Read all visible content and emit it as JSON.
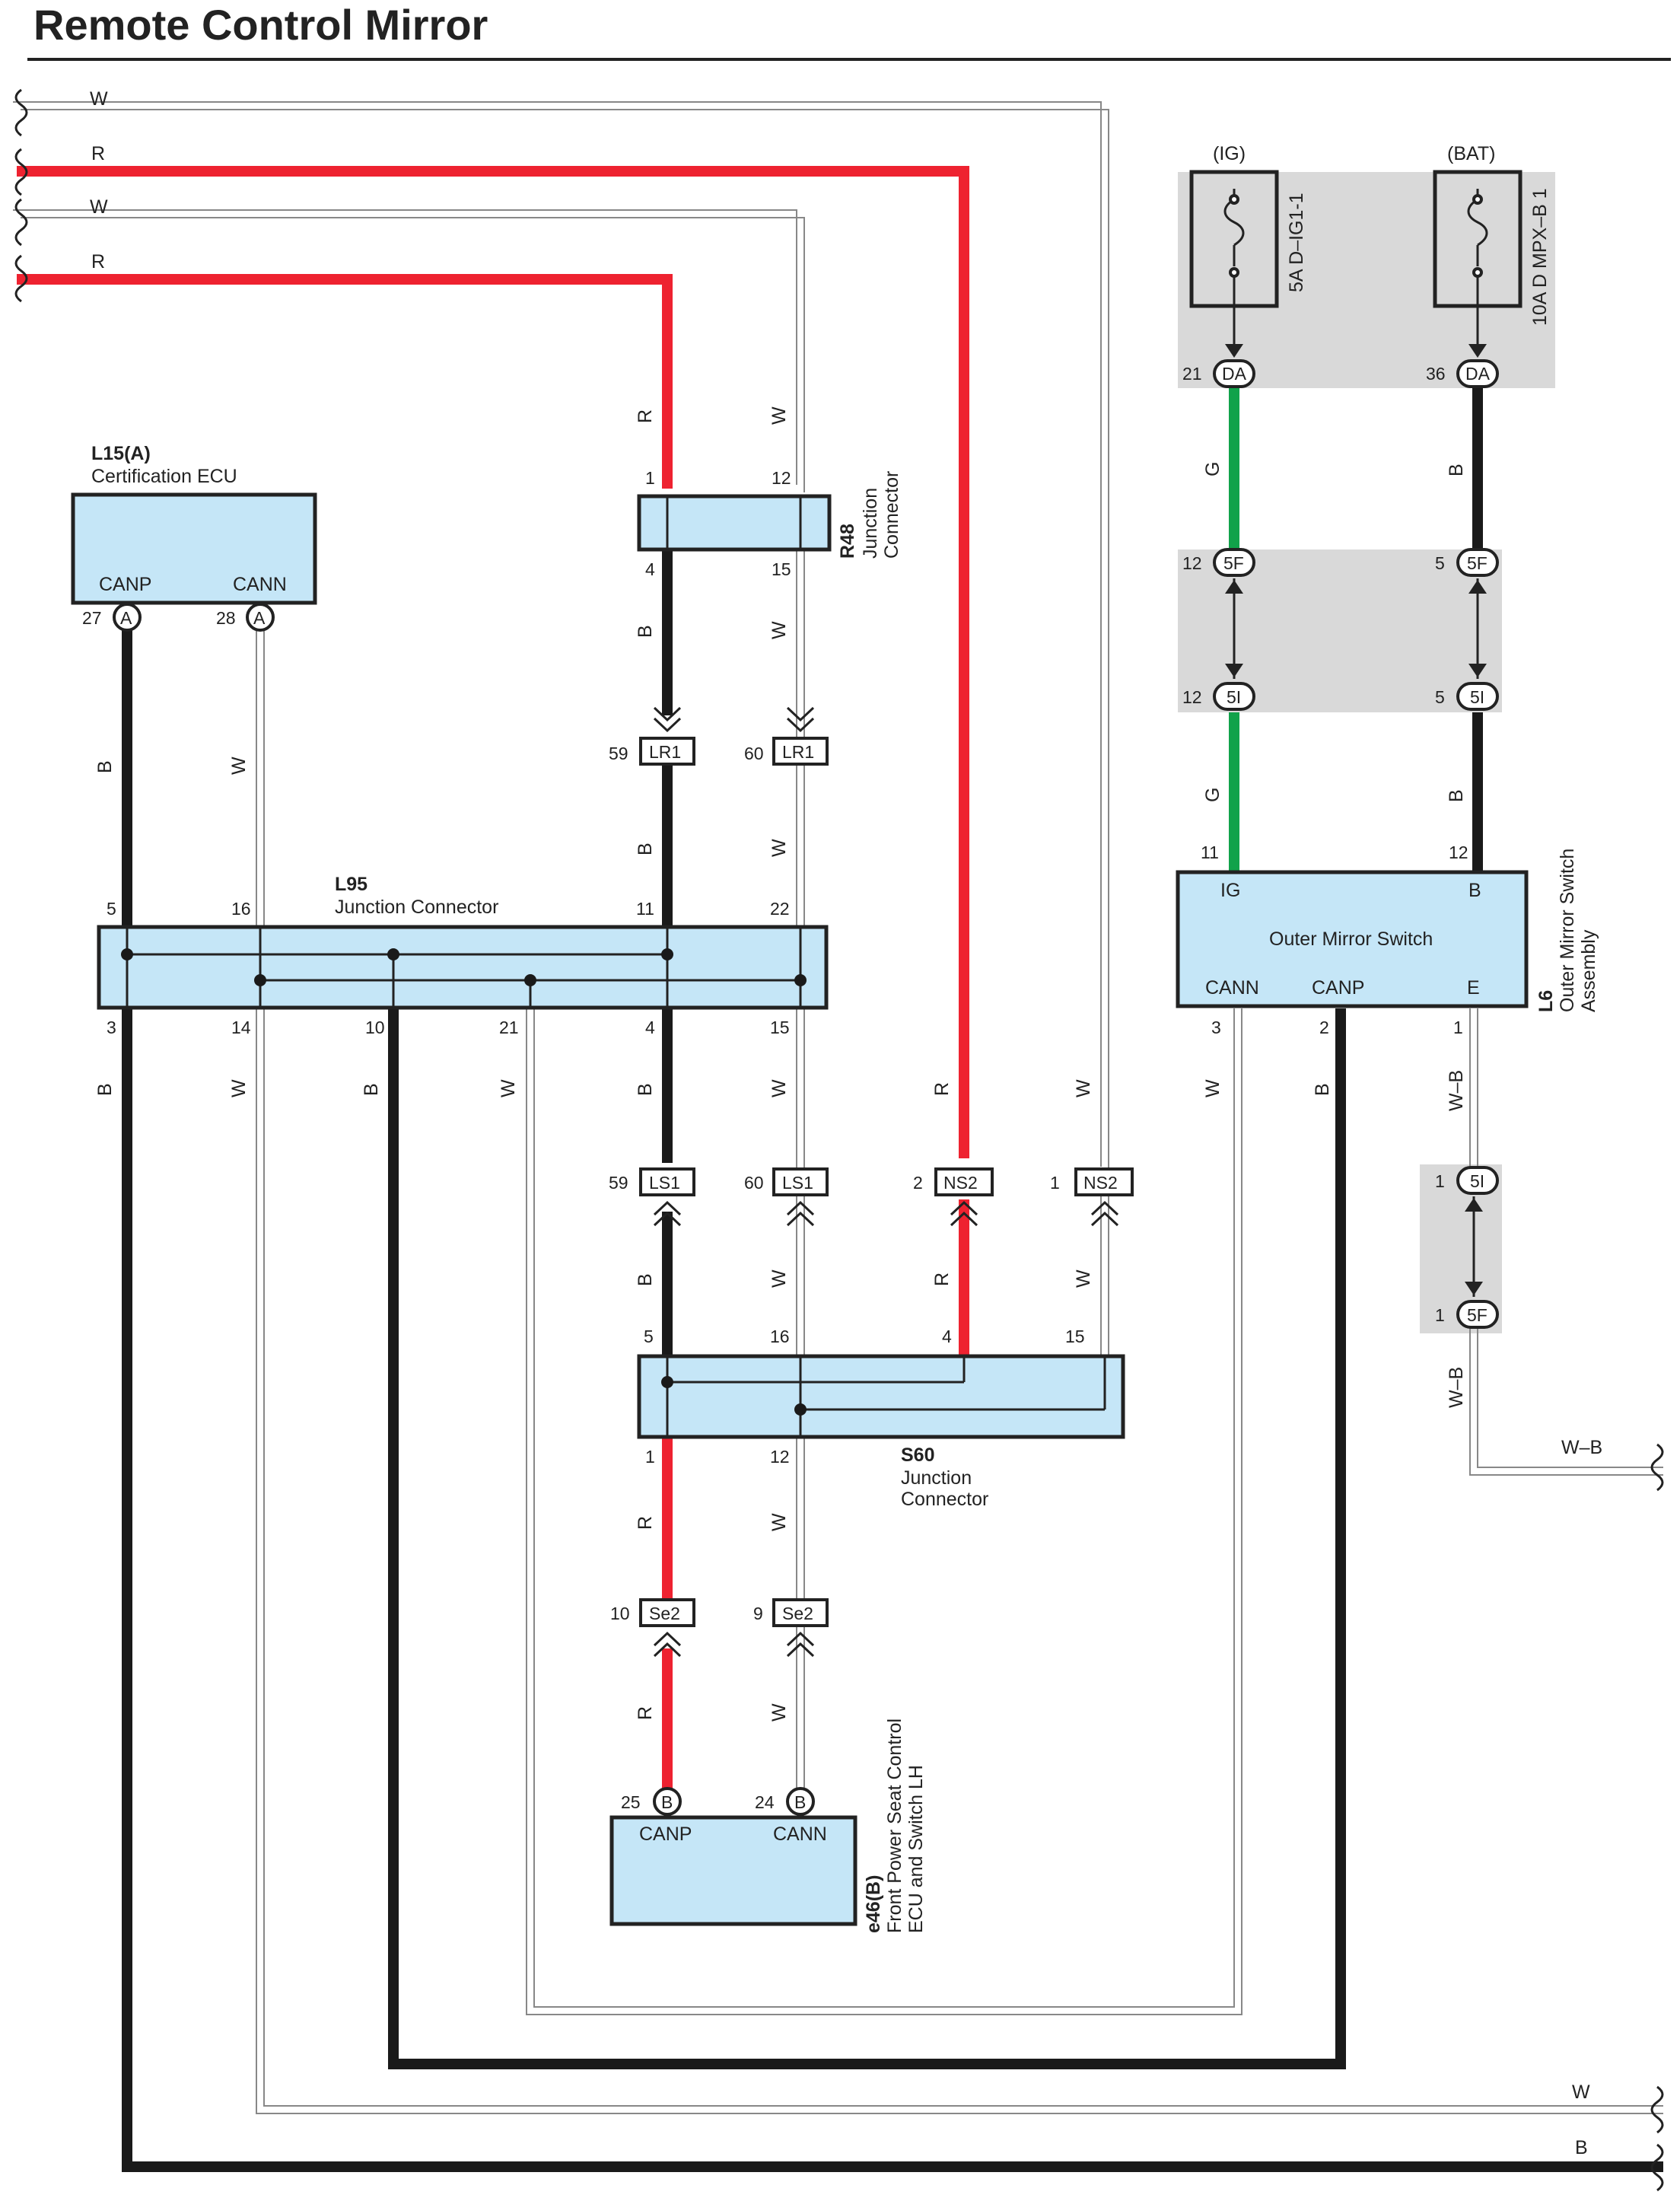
{
  "title": "Remote Control Mirror",
  "wire_colors": {
    "R": "#ee2230",
    "G": "#11a24a",
    "B": "#1a1a1a",
    "W": "#ffffff",
    "box_fill": "#c5e6f7"
  },
  "left_wires": [
    "W",
    "R",
    "W",
    "R"
  ],
  "fuses": [
    {
      "source": "(IG)",
      "rating": "5A D–IG1-1",
      "pin": "21",
      "connector": "DA"
    },
    {
      "source": "(BAT)",
      "rating": "10A D MPX–B 1",
      "pin": "36",
      "connector": "DA"
    }
  ],
  "components": {
    "l15": {
      "id": "L15(A)",
      "name": "Certification ECU",
      "canp": "CANP",
      "cann": "CANN",
      "pin_canp": "27",
      "pin_cann": "28",
      "conn": "A"
    },
    "r48": {
      "id": "R48",
      "name_line1": "Junction",
      "name_line2": "Connector",
      "pins": [
        "1",
        "12",
        "4",
        "15"
      ]
    },
    "l95": {
      "id": "L95",
      "name": "Junction Connector",
      "top_pins": [
        "5",
        "16",
        "11",
        "22"
      ],
      "bottom_pins": [
        "3",
        "14",
        "10",
        "21",
        "4",
        "15"
      ]
    },
    "s60": {
      "id": "S60",
      "name_line1": "Junction",
      "name_line2": "Connector",
      "top_pins": [
        "5",
        "16",
        "4",
        "15"
      ],
      "bottom_pins": [
        "1",
        "12"
      ]
    },
    "e46": {
      "id": "e46(B)",
      "name_line1": "Front Power Seat Control",
      "name_line2": "ECU and Switch LH",
      "canp": "CANP",
      "cann": "CANN",
      "pin_canp": "25",
      "pin_cann": "24",
      "conn": "B"
    },
    "l6": {
      "id": "L6",
      "name_line1": "Outer Mirror Switch",
      "name_line2": "Assembly",
      "inner_name": "Outer Mirror Switch",
      "ig": "IG",
      "b": "B",
      "cann": "CANN",
      "canp": "CANP",
      "e": "E",
      "pin_ig": "11",
      "pin_b": "12",
      "pin_cann": "3",
      "pin_canp": "2",
      "pin_e": "1"
    }
  },
  "inline_connectors": {
    "lr1": {
      "name": "LR1",
      "pins": [
        "59",
        "60"
      ]
    },
    "ls1": {
      "name": "LS1",
      "pins": [
        "59",
        "60"
      ]
    },
    "ns2": {
      "name": "NS2",
      "pins": [
        "2",
        "1"
      ]
    },
    "se2": {
      "name": "Se2",
      "pins": [
        "10",
        "9"
      ]
    },
    "c5f": {
      "name": "5F",
      "pins": [
        "12",
        "5",
        "1"
      ]
    },
    "c5i": {
      "name": "5I",
      "pins": [
        "12",
        "5",
        "1"
      ]
    }
  },
  "wire_labels": {
    "r": "R",
    "w": "W",
    "b": "B",
    "g": "G",
    "wb": "W–B"
  }
}
